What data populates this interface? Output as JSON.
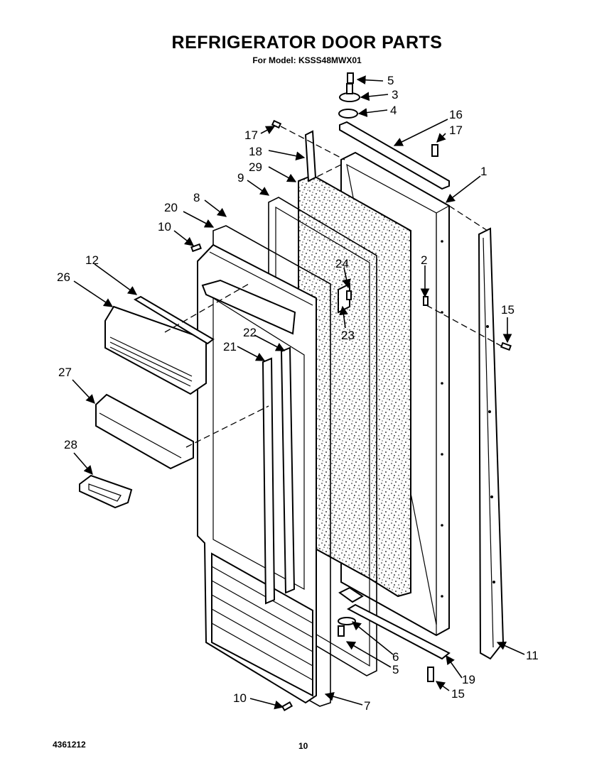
{
  "header": {
    "title": "REFRIGERATOR DOOR PARTS",
    "subtitle": "For Model: KSSS48MWX01"
  },
  "footer": {
    "code": "4361212",
    "page": "10"
  },
  "callouts": {
    "c1": "1",
    "c2": "2",
    "c3": "3",
    "c4": "4",
    "c5a": "5",
    "c5b": "5",
    "c6": "6",
    "c7": "7",
    "c8": "8",
    "c9": "9",
    "c10a": "10",
    "c10b": "10",
    "c11": "11",
    "c12": "12",
    "c15a": "15",
    "c15b": "15",
    "c16": "16",
    "c17a": "17",
    "c17b": "17",
    "c18": "18",
    "c19": "19",
    "c20": "20",
    "c21": "21",
    "c22": "22",
    "c23": "23",
    "c24": "24",
    "c26": "26",
    "c27": "27",
    "c28": "28",
    "c29": "29"
  }
}
